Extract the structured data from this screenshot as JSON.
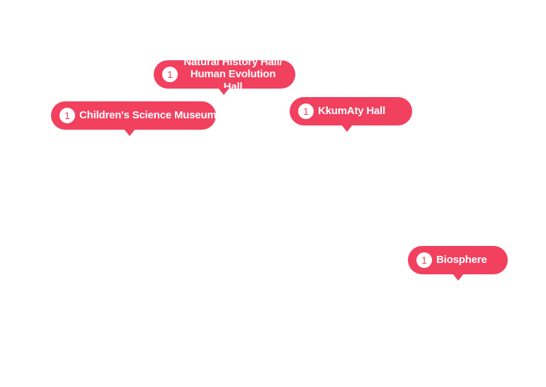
{
  "markers": [
    {
      "id": "natural-history",
      "number": "1",
      "lines": [
        "Natural History Hall/",
        "Human Evolution Hall"
      ]
    },
    {
      "id": "childrens-science",
      "number": "1",
      "label": "Children's Science Museum"
    },
    {
      "id": "kkumaty",
      "number": "1",
      "label": "KkumAty Hall"
    },
    {
      "id": "biosphere",
      "number": "1",
      "label": "Biosphere"
    }
  ],
  "colors": {
    "marker": "#f2405f",
    "badge_bg": "#ffffff",
    "text": "#ffffff"
  }
}
